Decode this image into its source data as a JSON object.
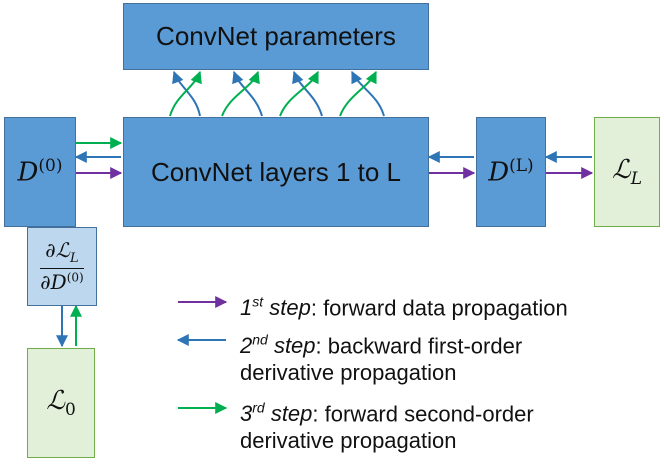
{
  "boxes": {
    "params": "ConvNet parameters",
    "layers": "ConvNet layers 1 to L",
    "d0": {
      "base": "D",
      "sup": "(0)"
    },
    "dl": {
      "base": "D",
      "sup": "(L)"
    },
    "loss_l": {
      "base": "ℒ",
      "sub": "L"
    },
    "loss_0": {
      "base": "ℒ",
      "sub": "0"
    },
    "grad": {
      "num_d": "∂",
      "num_base": "ℒ",
      "num_sub": "L",
      "den_d": "∂",
      "den_base": "D",
      "den_sup": "(0)"
    }
  },
  "legend": [
    {
      "ord": "1",
      "sup": "st",
      "word": " step",
      "rest": ": forward data propagation",
      "cont": ""
    },
    {
      "ord": "2",
      "sup": "nd",
      "word": " step",
      "rest": ": backward first-order",
      "cont": "derivative propagation"
    },
    {
      "ord": "3",
      "sup": "rd",
      "word": " step",
      "rest": ": forward second-order",
      "cont": "derivative propagation"
    }
  ],
  "colors": {
    "forward": "#7030a0",
    "backward": "#2e75b6",
    "second": "#00b050"
  }
}
